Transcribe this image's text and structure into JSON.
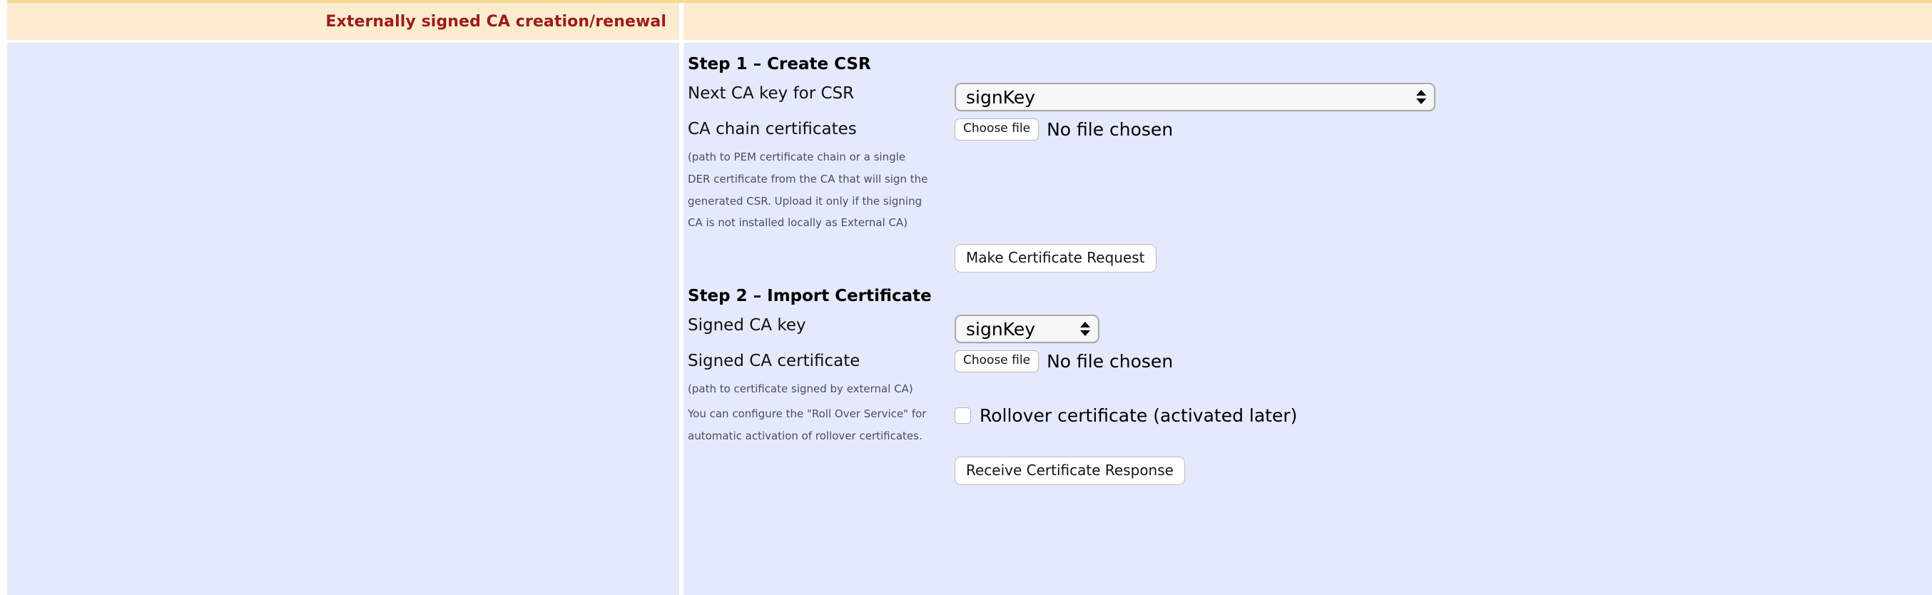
{
  "header": {
    "title": "Externally signed CA creation/renewal"
  },
  "colors": {
    "header_bg": "#fbecd0",
    "header_top_border": "#f7d88f",
    "header_title_color": "#9e1b1b",
    "body_bg": "#e5e9fc",
    "hint_color": "#4a4f5c"
  },
  "step1": {
    "heading": "Step 1 – Create CSR",
    "key_label": "Next CA key for CSR",
    "key_value": "signKey",
    "key_options": [
      "signKey"
    ],
    "chain_label": "CA chain certificates",
    "chain_choose_label": "Choose file",
    "chain_file_status": "No file chosen",
    "chain_hint": "(path to PEM certificate chain or a single DER certificate from the CA that will sign the generated CSR. Upload it only if the signing CA is not installed locally as External CA)",
    "submit_label": "Make Certificate Request"
  },
  "step2": {
    "heading": "Step 2 – Import Certificate",
    "key_label": "Signed CA key",
    "key_value": "signKey",
    "key_options": [
      "signKey"
    ],
    "cert_label": "Signed CA certificate",
    "cert_choose_label": "Choose file",
    "cert_file_status": "No file chosen",
    "cert_hint": "(path to certificate signed by external CA)",
    "rollover_hint": "You can configure the \"Roll Over Service\" for automatic activation of rollover certificates.",
    "rollover_checkbox_label": "Rollover certificate (activated later)",
    "rollover_checked": false,
    "submit_label": "Receive Certificate Response"
  }
}
